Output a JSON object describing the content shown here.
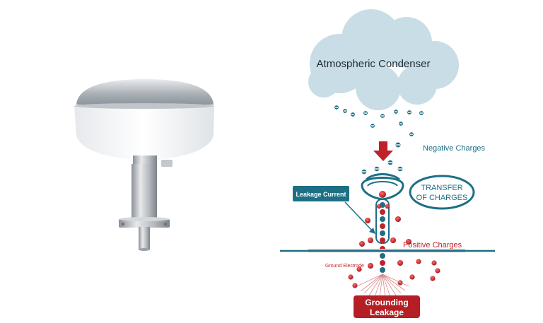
{
  "diagram": {
    "cloud_label": "Atmospheric Condenser",
    "negative_charges_label": "Negative Charges",
    "transfer_label_line1": "TRANSFER",
    "transfer_label_line2": "OF CHARGES",
    "leakage_current_label": "Leakage Current",
    "positive_charges_label": "Positive Charges",
    "ground_electrode_label": "Ground Electrode",
    "grounding_label_line1": "Grounding",
    "grounding_label_line2": "Leakage"
  },
  "colors": {
    "cloud": "#c9dde6",
    "cloud_text": "#1e2a33",
    "negative": "#1d6f86",
    "positive": "#c0222a",
    "label_box": "#1d6f86",
    "ground_line": "#1d6f86",
    "ground_band": "#d8bdb2",
    "arrow": "#c0222a",
    "grounding_box": "#b51e24"
  }
}
